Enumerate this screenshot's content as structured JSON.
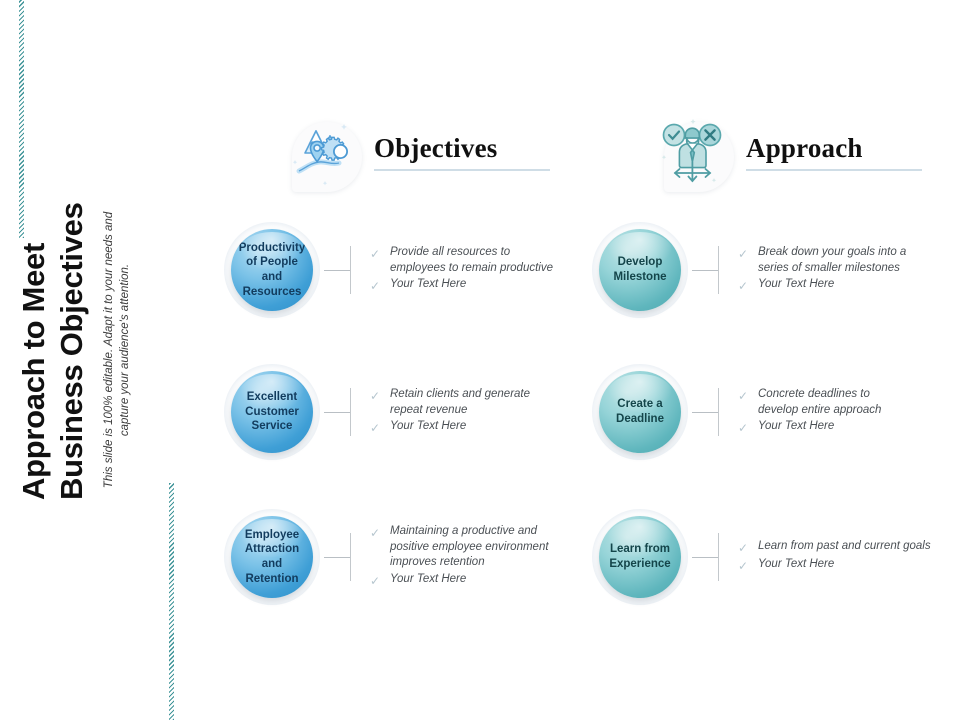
{
  "slide": {
    "title": "Approach to Meet\nBusiness Objectives",
    "subtitle": "This slide is 100% editable. Adapt it to your needs and capture your audience's attention.",
    "accent_blue": "#3f9fd6",
    "accent_teal": "#5fb6bd",
    "hatch_color": "#2e8b8f"
  },
  "columns": [
    {
      "id": "objectives",
      "header": "Objectives",
      "icon": "mountain-goal-gear-icon",
      "bubble_style": "blue",
      "rows": [
        {
          "label": "Productivity\nof People and\nResources",
          "bullets": [
            "Provide all  resources to\nemployees to remain  productive",
            "Your Text Here"
          ]
        },
        {
          "label": "Excellent\nCustomer\nService",
          "bullets": [
            "Retain clients and generate\nrepeat revenue",
            "Your Text Here"
          ]
        },
        {
          "label": "Employee\nAttraction and\nRetention",
          "bullets": [
            "Maintaining a productive and\npositive employee environment\nimproves retention",
            "Your Text Here"
          ]
        }
      ]
    },
    {
      "id": "approach",
      "header": "Approach",
      "icon": "person-decision-arrows-icon",
      "bubble_style": "teal",
      "rows": [
        {
          "label": "Develop\nMilestone",
          "bullets": [
            "Break down your goals into a\nseries of smaller milestones",
            "Your Text Here"
          ]
        },
        {
          "label": "Create a\nDeadline",
          "bullets": [
            "Concrete deadlines to\ndevelop entire approach",
            "Your Text Here"
          ]
        },
        {
          "label": "Learn from\nExperience",
          "bullets": [
            "Learn from past and current goals",
            "Your Text Here"
          ]
        }
      ]
    }
  ],
  "icons": {
    "check": "✓"
  }
}
